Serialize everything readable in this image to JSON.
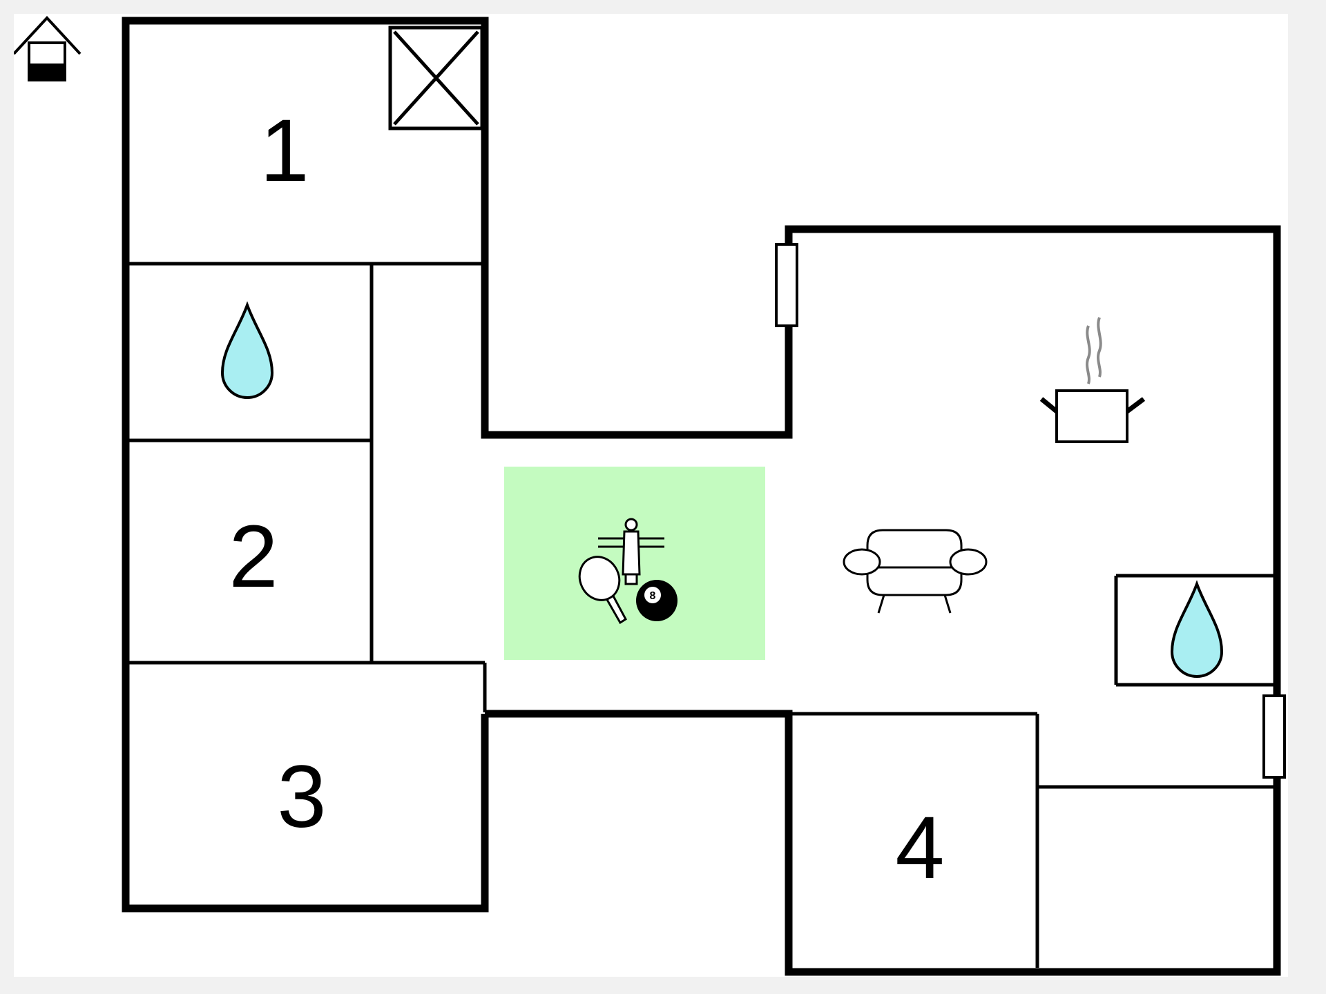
{
  "floorplan": {
    "rooms": [
      {
        "label": "1"
      },
      {
        "label": "2"
      },
      {
        "label": "3"
      },
      {
        "label": "4"
      }
    ],
    "icons": [
      "house-floor-indicator-icon",
      "stairs-void-icon",
      "water-drop-icon",
      "water-drop-icon",
      "foosball-figure-icon",
      "ping-pong-paddle-icon",
      "billiard-ball-icon",
      "cooking-pot-icon",
      "sofa-icon",
      "door-icon",
      "door-icon"
    ],
    "billiard_ball_label": "8",
    "colors": {
      "wall": "#000000",
      "water": "#a9eef2",
      "activity_area": "#c4fbc0",
      "steam": "#8a8a8a",
      "background": "#f1f1f1"
    }
  }
}
